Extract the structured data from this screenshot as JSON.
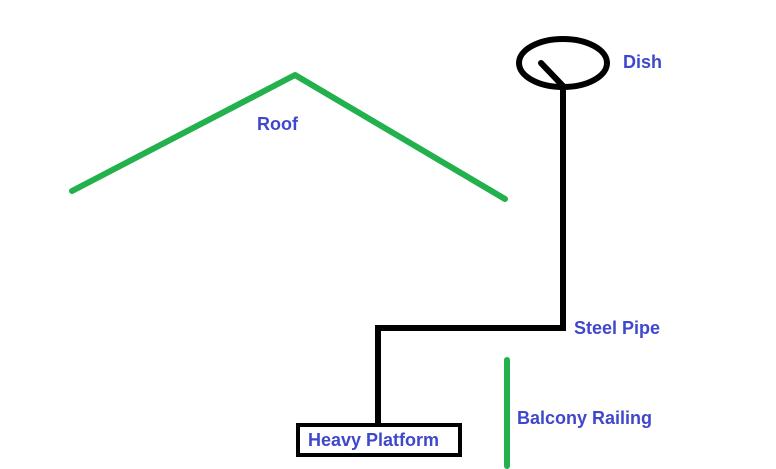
{
  "labels": {
    "roof": "Roof",
    "dish": "Dish",
    "steel_pipe": "Steel Pipe",
    "balcony_railing": "Balcony Railing",
    "heavy_platform": "Heavy Platform"
  },
  "colors": {
    "roof_line": "#22b14c",
    "railing_line": "#22b14c",
    "structure_line": "#000000",
    "label_text": "#3f48cc",
    "background": "#ffffff"
  }
}
